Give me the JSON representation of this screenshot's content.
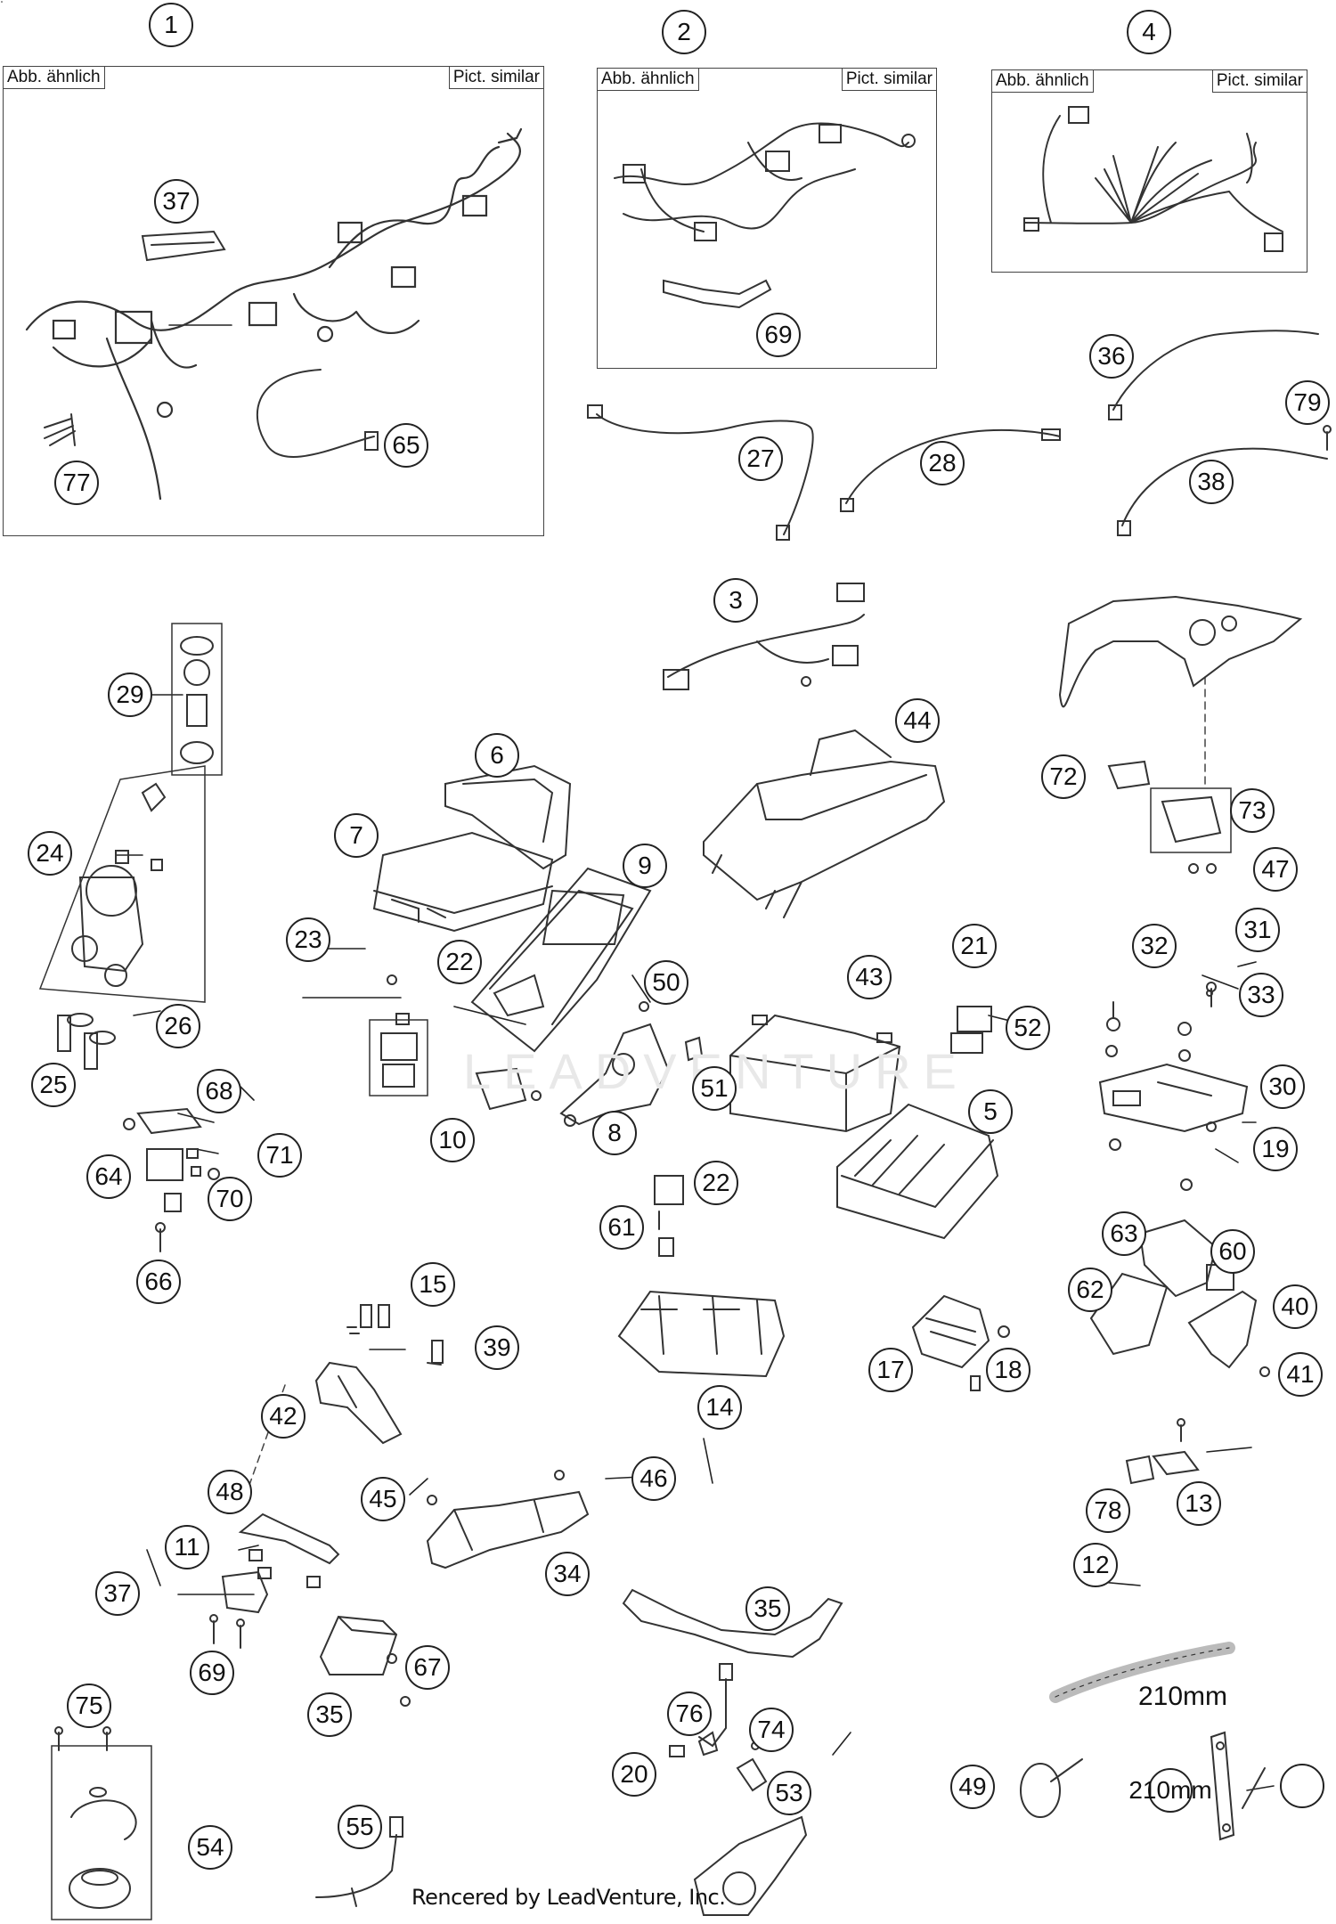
{
  "frame_labels": {
    "de": "Abb. ähnlich",
    "en": "Pict. similar"
  },
  "note_length": "210mm",
  "watermark": "LEADVENTURE",
  "credit": "Rencered by LeadVenture, Inc.",
  "callouts": [
    "1",
    "37",
    "65",
    "77",
    "2",
    "69",
    "4",
    "27",
    "28",
    "36",
    "79",
    "38",
    "3",
    "44",
    "29",
    "6",
    "7",
    "9",
    "72",
    "73",
    "47",
    "24",
    "23",
    "22",
    "50",
    "43",
    "21",
    "52",
    "32",
    "31",
    "33",
    "26",
    "25",
    "10",
    "8",
    "51",
    "5",
    "30",
    "19",
    "68",
    "71",
    "64",
    "70",
    "66",
    "22",
    "61",
    "63",
    "60",
    "62",
    "40",
    "41",
    "17",
    "18",
    "15",
    "39",
    "42",
    "14",
    "48",
    "45",
    "46",
    "78",
    "13",
    "12",
    "11",
    "37",
    "69",
    "34",
    "35",
    "35",
    "67",
    "75",
    "76",
    "74",
    "20",
    "53",
    "54",
    "55",
    "49",
    "210mm"
  ]
}
